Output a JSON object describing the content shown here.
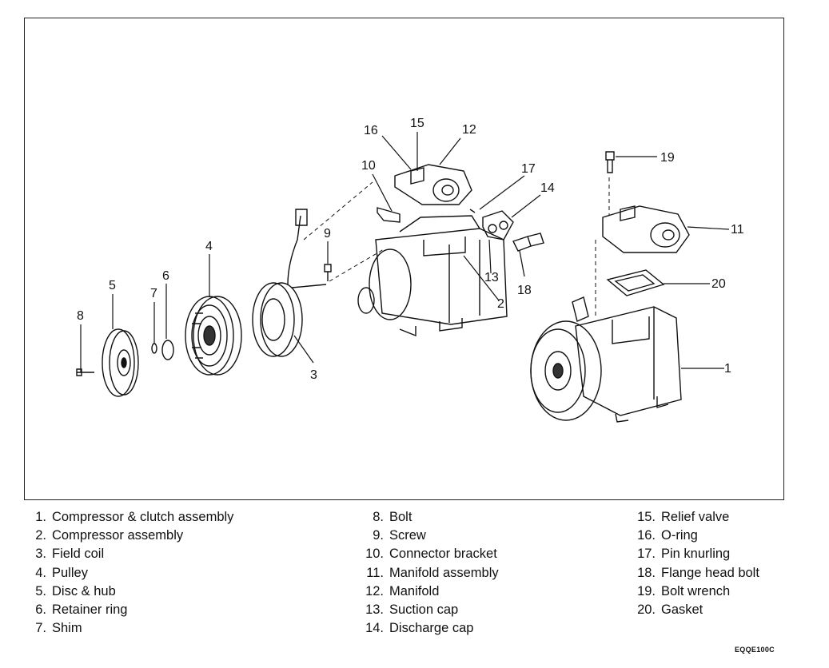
{
  "callouts": [
    "1",
    "2",
    "3",
    "4",
    "5",
    "6",
    "7",
    "8",
    "9",
    "10",
    "11",
    "12",
    "13",
    "14",
    "15",
    "16",
    "17",
    "18",
    "19",
    "20"
  ],
  "legend": {
    "col1": [
      {
        "num": "1.",
        "text": "Compressor & clutch assembly"
      },
      {
        "num": "2.",
        "text": "Compressor assembly"
      },
      {
        "num": "3.",
        "text": "Field coil"
      },
      {
        "num": "4.",
        "text": "Pulley"
      },
      {
        "num": "5.",
        "text": "Disc & hub"
      },
      {
        "num": "6.",
        "text": "Retainer ring"
      },
      {
        "num": "7.",
        "text": "Shim"
      }
    ],
    "col2": [
      {
        "num": "8.",
        "text": "Bolt"
      },
      {
        "num": "9.",
        "text": "Screw"
      },
      {
        "num": "10.",
        "text": "Connector bracket"
      },
      {
        "num": "11.",
        "text": "Manifold assembly"
      },
      {
        "num": "12.",
        "text": "Manifold"
      },
      {
        "num": "13.",
        "text": "Suction cap"
      },
      {
        "num": "14.",
        "text": "Discharge cap"
      }
    ],
    "col3": [
      {
        "num": "15.",
        "text": "Relief valve"
      },
      {
        "num": "16.",
        "text": "O-ring"
      },
      {
        "num": "17.",
        "text": "Pin knurling"
      },
      {
        "num": "18.",
        "text": "Flange head bolt"
      },
      {
        "num": "19.",
        "text": "Bolt wrench"
      },
      {
        "num": "20.",
        "text": "Gasket"
      }
    ]
  },
  "figure_code": "EQQE100C"
}
